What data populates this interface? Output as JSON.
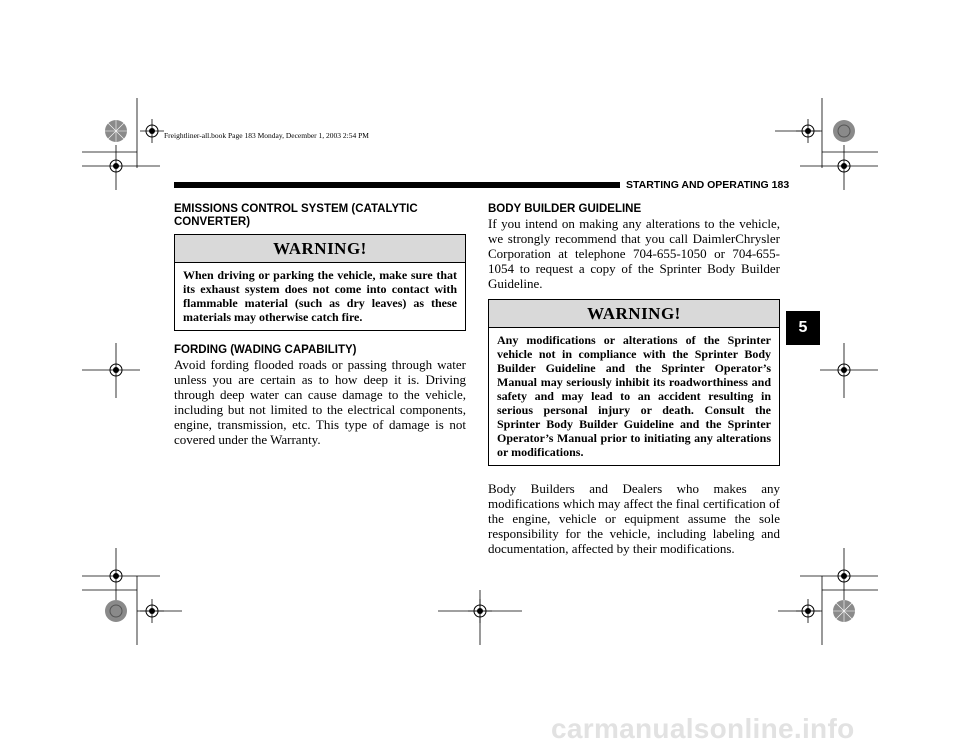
{
  "file_line": "Freightliner-all.book  Page 183  Monday, December 1, 2003  2:54 PM",
  "running_head": "STARTING AND OPERATING  183",
  "chapter_tab": "5",
  "left": {
    "emissions_heading": "EMISSIONS CONTROL SYSTEM (CATALYTIC CONVERTER)",
    "warning_title": "WARNING!",
    "warning_text": "When driving or parking the vehicle, make sure that its exhaust system does not come into contact with flammable material (such as dry leaves) as these materials may otherwise catch fire.",
    "fording_heading": "FORDING (WADING CAPABILITY)",
    "fording_text": "Avoid fording flooded roads or passing through water unless you are certain as to how deep it is. Driving through deep water can cause damage to the vehicle, including but not limited to the electrical components, engine, transmission, etc. This type of damage is not covered under the Warranty."
  },
  "right": {
    "builder_heading": "BODY BUILDER GUIDELINE",
    "builder_text": "If you intend on making any alterations to the vehicle, we strongly recommend that you call DaimlerChrysler Corporation at telephone 704-655-1050 or 704-655-1054 to request a copy of the Sprinter Body Builder Guideline.",
    "warning_title": "WARNING!",
    "warning_text": "Any modifications or alterations of the Sprinter vehicle not in compliance with the Sprinter Body Builder Guideline and the Sprinter Operator’s Manual may seriously inhibit its roadworthiness and safety and may lead to an accident resulting in serious personal injury or death. Consult the Sprinter Body Builder Guideline and the Sprinter Operator’s Manual prior to initiating any alterations or modifications.",
    "dealers_text": "Body Builders and Dealers who makes any modifications which may affect the final certification of the engine, vehicle or equipment assume the sole responsibility for the vehicle, including labeling and documentation, affected by their modifications."
  },
  "watermark": "carmanualsonline.info"
}
